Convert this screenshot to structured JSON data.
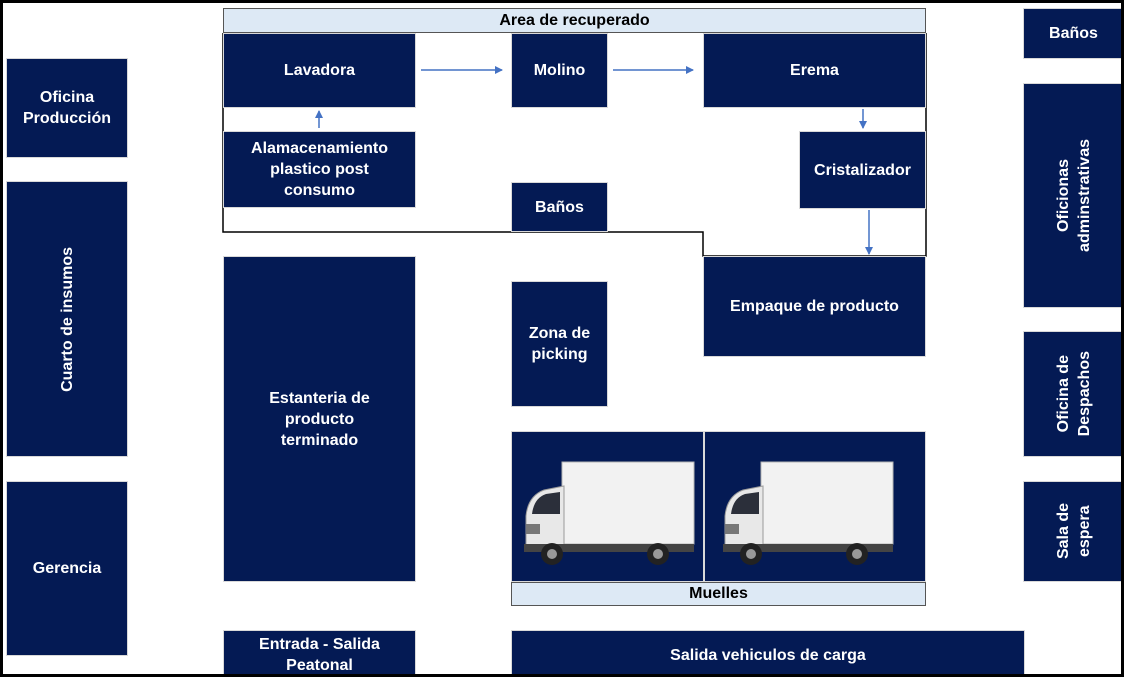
{
  "colors": {
    "room": "#041a54",
    "band": "#dde9f5",
    "arrow": "#4472c4",
    "outline": "#000000"
  },
  "areas": {
    "recuperado": "Area de recuperado",
    "lavadora": "Lavadora",
    "molino": "Molino",
    "erema": "Erema",
    "alamacenamiento": "Alamacenamiento\nplastico post\nconsumo",
    "cristalizador": "Cristalizador",
    "banos_center": "Baños",
    "banos_right": "Baños",
    "oficina_produccion": "Oficina\nProducción",
    "cuarto_insumos": "Cuarto de insumos",
    "gerencia": "Gerencia",
    "estanteria": "Estanteria de\nproducto\nterminado",
    "zona_picking": "Zona de\npicking",
    "empaque": "Empaque de producto",
    "muelles": "Muelles",
    "oficinas_admin": "Oficionas\nadminstrativas",
    "oficina_despachos": "Oficina de\nDespachos",
    "sala_espera": "Sala de\nespera",
    "entrada_salida": "Entrada - Salida\nPeatonal",
    "salida_vehiculos": "Salida vehiculos de carga"
  },
  "icons": [
    "truck-icon",
    "arrow-right-icon",
    "arrow-up-icon",
    "arrow-down-icon"
  ]
}
